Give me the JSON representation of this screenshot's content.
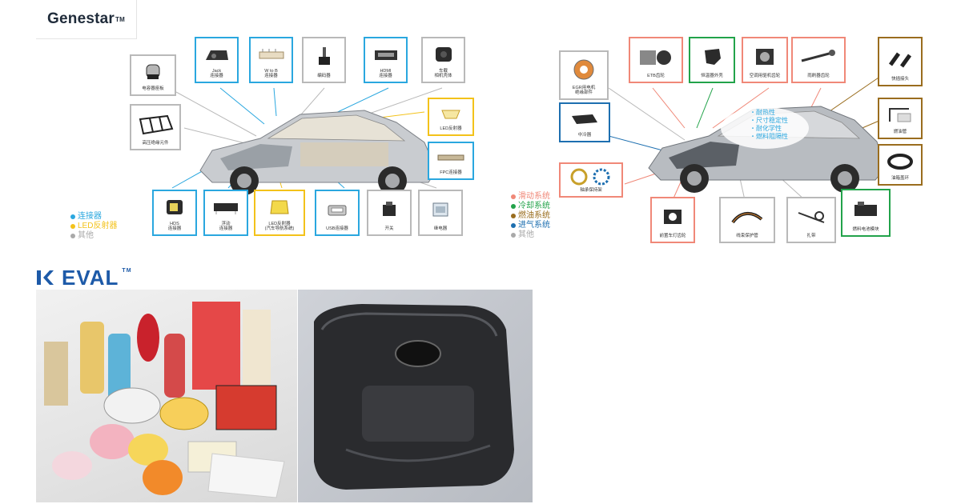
{
  "brand": {
    "name": "Genestar",
    "tm": "TM"
  },
  "left_panel": {
    "boxes": [
      {
        "label": "电容器座板",
        "color": "gray"
      },
      {
        "label": "Jack\n连接器",
        "color": "blue"
      },
      {
        "label": "W to B\n连接器",
        "color": "blue"
      },
      {
        "label": "编码器",
        "color": "gray"
      },
      {
        "label": "HDMI\n连接器",
        "color": "blue"
      },
      {
        "label": "车载\n相机壳体",
        "color": "gray"
      },
      {
        "label": "高压绝缘元件",
        "color": "gray"
      },
      {
        "label": "LED反射器",
        "color": "yellow"
      },
      {
        "label": "FPC连接器",
        "color": "blue"
      },
      {
        "label": "HDS\n连接器",
        "color": "blue"
      },
      {
        "label": "浮动\n连接器",
        "color": "blue"
      },
      {
        "label": "LED反射器\n(汽车导航系统)",
        "color": "yellow"
      },
      {
        "label": "USB连接器",
        "color": "blue"
      },
      {
        "label": "开关",
        "color": "gray"
      },
      {
        "label": "继电器",
        "color": "gray"
      }
    ],
    "legend": [
      {
        "text": "连接器",
        "color": "#2aa7df"
      },
      {
        "text": "LED反射器",
        "color": "#f3c21a"
      },
      {
        "text": "其他",
        "color": "#a9a9a9"
      }
    ]
  },
  "right_panel": {
    "boxes": [
      {
        "label": "EGR用电机\n绝缘部件",
        "color": "gray"
      },
      {
        "label": "ETB齿轮",
        "color": "salmon"
      },
      {
        "label": "恒温器外壳",
        "color": "green"
      },
      {
        "label": "空调用驱机齿轮",
        "color": "salmon"
      },
      {
        "label": "雨刷器齿轮",
        "color": "salmon"
      },
      {
        "label": "快插接头",
        "color": "brown"
      },
      {
        "label": "中冷器",
        "color": "navy"
      },
      {
        "label": "燃油管",
        "color": "brown"
      },
      {
        "label": "油箱盖环",
        "color": "brown"
      },
      {
        "label": "轴承保持架",
        "color": "salmon"
      },
      {
        "label": "前置车灯齿轮",
        "color": "salmon"
      },
      {
        "label": "线束保护管",
        "color": "gray"
      },
      {
        "label": "扎带",
        "color": "gray"
      },
      {
        "label": "燃料电池模块",
        "color": "green"
      }
    ],
    "features": [
      "・耐热性",
      "・尺寸稳定性",
      "・耐化学性",
      "・燃料阻隔性"
    ],
    "legend": [
      {
        "text": "滑动系统",
        "color": "#f08878"
      },
      {
        "text": "冷却系统",
        "color": "#22a34a"
      },
      {
        "text": "燃油系统",
        "color": "#9a6d1e"
      },
      {
        "text": "进气系统",
        "color": "#1d6fb0"
      },
      {
        "text": "其他",
        "color": "#a9a9a9"
      }
    ]
  },
  "eval_brand": {
    "name": "EVAL",
    "tm": "TM"
  },
  "colors": {
    "blue": "#2aa7df",
    "yellow": "#f3c21a",
    "gray": "#b9b9b9",
    "salmon": "#f08878",
    "green": "#22a34a",
    "brown": "#9a6d1e",
    "navy": "#1d6fb0"
  }
}
